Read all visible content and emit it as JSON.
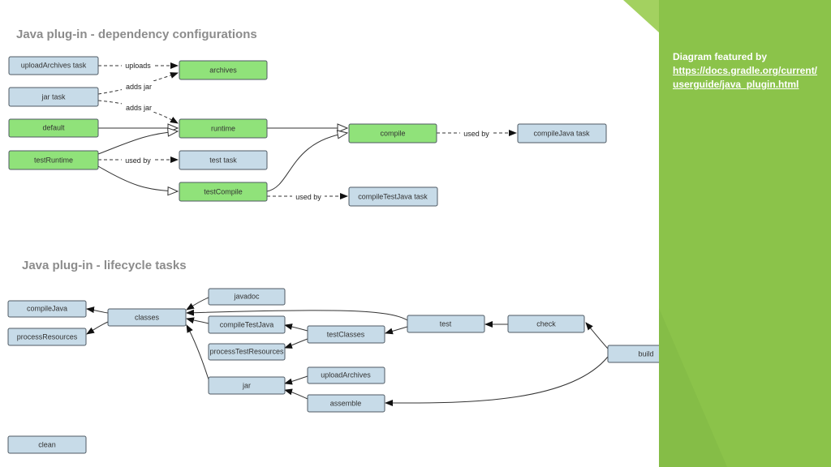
{
  "headings": {
    "dependency": "Java plug-in - dependency configurations",
    "lifecycle": "Java plug-in - lifecycle tasks"
  },
  "credit": {
    "prefix": "Diagram featured by",
    "url": "https://docs.gradle.org/current/userguide/java_plugin.html"
  },
  "colors": {
    "accent_green": "#8bc34a",
    "node_green": "#90e27a",
    "node_blue": "#c7dbe8"
  },
  "dependency_diagram": {
    "nodes": {
      "uploadArchives_task": "uploadArchives task",
      "jar_task": "jar task",
      "default": "default",
      "testRuntime": "testRuntime",
      "archives": "archives",
      "runtime": "runtime",
      "test_task": "test task",
      "testCompile": "testCompile",
      "compile": "compile",
      "compileJava_task": "compileJava task",
      "compileTestJava_task": "compileTestJava task"
    },
    "edge_labels": {
      "uploads": "uploads",
      "adds_jar_1": "adds jar",
      "adds_jar_2": "adds jar",
      "used_by_test": "used by",
      "used_by_compile": "used by",
      "used_by_testcompile": "used by"
    }
  },
  "lifecycle_diagram": {
    "nodes": {
      "compileJava": "compileJava",
      "processResources": "processResources",
      "classes": "classes",
      "javadoc": "javadoc",
      "compileTestJava": "compileTestJava",
      "processTestResources": "processTestResources",
      "jar": "jar",
      "testClasses": "testClasses",
      "uploadArchives": "uploadArchives",
      "assemble": "assemble",
      "test": "test",
      "check": "check",
      "build": "build",
      "clean": "clean"
    }
  }
}
